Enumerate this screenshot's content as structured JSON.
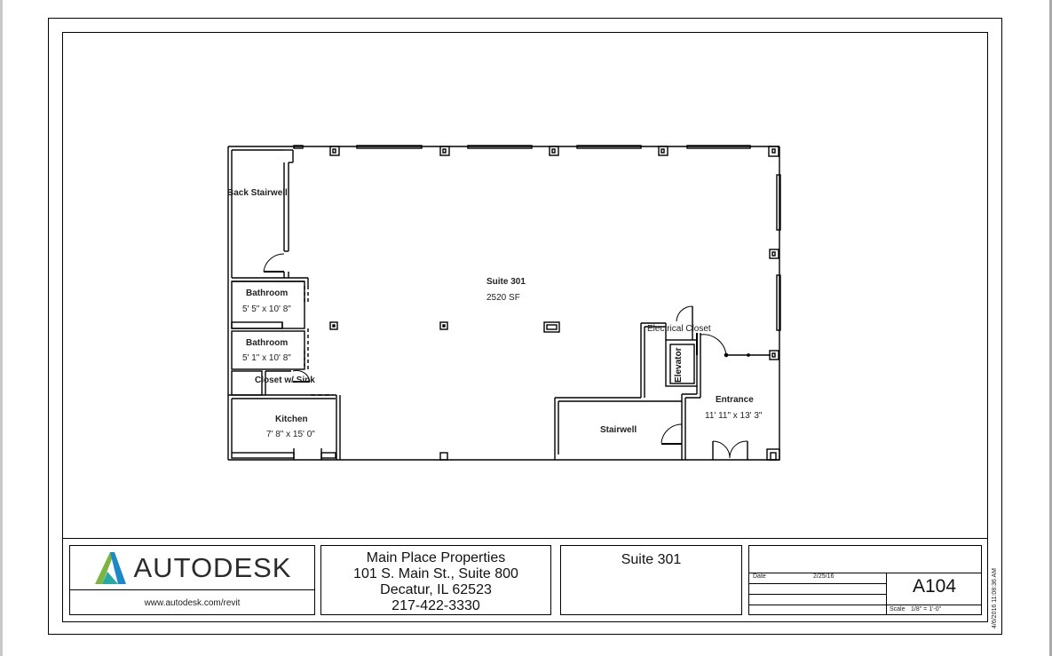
{
  "sheet": {
    "frame": {
      "outer": "sheet-border",
      "inner": "drawing-border"
    },
    "colors": {
      "line": "#000000",
      "background": "#ffffff",
      "logo_dark": "#2b2b2b",
      "logo_green": "#7cb342",
      "logo_blue": "#1e88c7",
      "logo_teal": "#2aa7a3"
    }
  },
  "floor_plan": {
    "rooms": [
      {
        "id": "suite",
        "name": "Suite 301",
        "area": "2520 SF"
      },
      {
        "id": "back-stairwell",
        "name": "Back Stairwell"
      },
      {
        "id": "bathroom-1",
        "name": "Bathroom",
        "dims": "5' 5\" x 10' 8\""
      },
      {
        "id": "bathroom-2",
        "name": "Bathroom",
        "dims": "5' 1\" x 10' 8\""
      },
      {
        "id": "closet-sink",
        "name": "Closet w/ Sink"
      },
      {
        "id": "kitchen",
        "name": "Kitchen",
        "dims": "7' 8\" x 15' 0\""
      },
      {
        "id": "electrical-closet",
        "name": "Electrical Closet"
      },
      {
        "id": "elevator",
        "name": "Elevator"
      },
      {
        "id": "stairwell",
        "name": "Stairwell"
      },
      {
        "id": "entrance",
        "name": "Entrance",
        "dims": "11' 11\" x 13' 3\""
      }
    ]
  },
  "title_block": {
    "logo": {
      "icon": "autodesk-a-logo-icon",
      "wordmark": "AUTODESK",
      "url": "www.autodesk.com/revit"
    },
    "owner": {
      "name": "Main Place Properties",
      "address": "101 S. Main St., Suite 800",
      "city": "Decatur, IL 62523",
      "phone": "217-422-3330"
    },
    "project_name": "Suite 301",
    "date_label": "Date",
    "date_value": "2/25/16",
    "sheet_number": "A104",
    "scale_label": "Scale",
    "scale_value": "1/8\" = 1'-0\"",
    "print_stamp": "4/6/2016 11:08:36 AM"
  }
}
